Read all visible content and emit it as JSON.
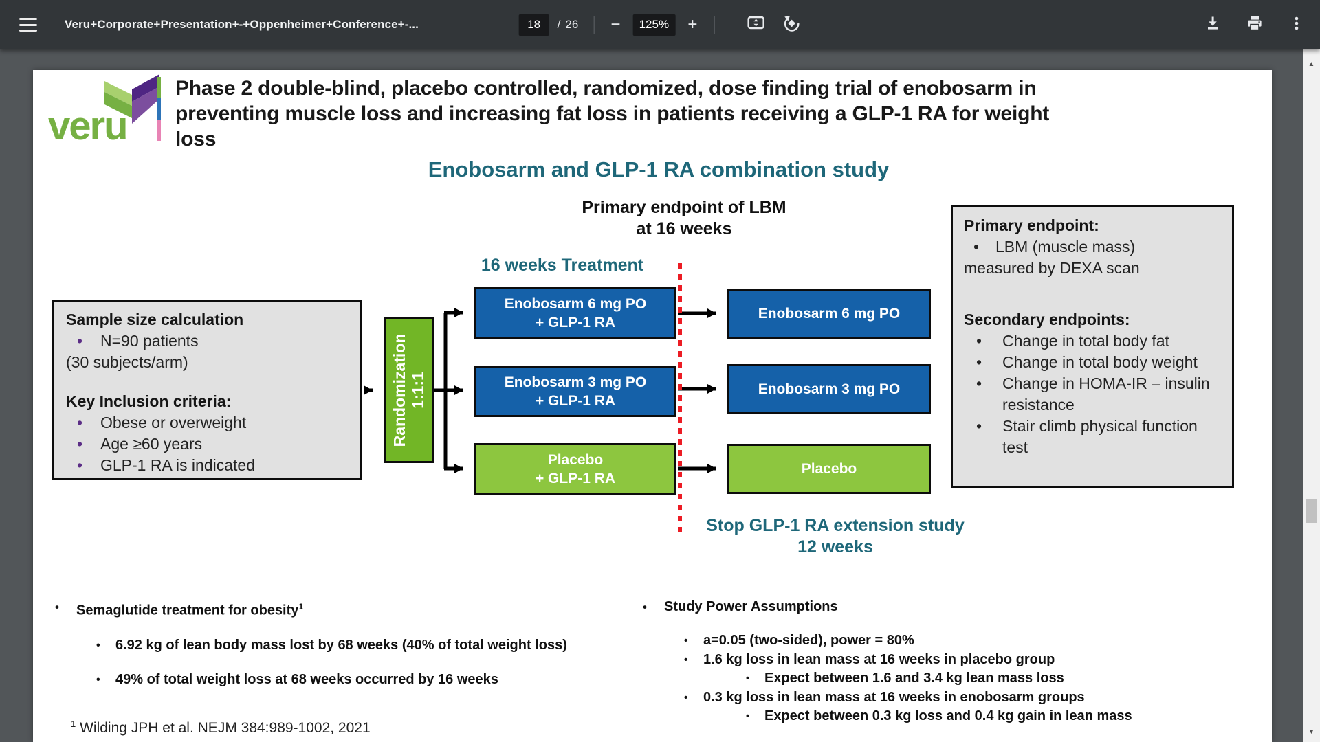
{
  "toolbar": {
    "title": "Veru+Corporate+Presentation+-+Oppenheimer+Conference+-...",
    "page": {
      "current": "18",
      "separator": "/",
      "total": "26"
    },
    "zoom": {
      "out": "−",
      "level": "125%",
      "in": "+"
    }
  },
  "scrollbar": {
    "up": "▲",
    "down": "▼"
  },
  "slide": {
    "logo": {
      "brand": "veru"
    },
    "title_lines": [
      "Phase 2 double-blind, placebo controlled, randomized, dose finding trial of enobosarm in",
      "preventing muscle loss and increasing fat loss in patients receiving a GLP-1 RA for weight",
      "loss"
    ],
    "subtitle": "Enobosarm and GLP-1 RA combination study",
    "endpoint_note": {
      "line1": "Primary endpoint of LBM",
      "line2": "at 16 weeks"
    },
    "treatment_phase_label": "16 weeks Treatment",
    "sample_box": {
      "heading1": "Sample size calculation",
      "bullet1": "N=90 patients",
      "subline": "(30 subjects/arm)",
      "heading2": "Key Inclusion criteria:",
      "bullets": [
        "Obese or overweight",
        "Age ≥60 years",
        "GLP-1 RA is indicated"
      ]
    },
    "randomization": {
      "line1": "Randomization",
      "line2": "1:1:1"
    },
    "treatment_arms": [
      {
        "line1": "Enobosarm 6 mg PO",
        "line2": "+ GLP-1 RA"
      },
      {
        "line1": "Enobosarm 3 mg PO",
        "line2": "+ GLP-1 RA"
      },
      {
        "line1": "Placebo",
        "line2": "+ GLP-1 RA"
      }
    ],
    "extension_arms": [
      "Enobosarm 6 mg PO",
      "Enobosarm 3 mg PO",
      "Placebo"
    ],
    "stop_note": {
      "line1": "Stop GLP-1 RA extension study",
      "line2": "12 weeks"
    },
    "endpoints_box": {
      "primary_heading": "Primary endpoint:",
      "primary_bullet": "LBM (muscle mass)",
      "primary_continuation": "measured by DEXA scan",
      "secondary_heading": "Secondary endpoints:",
      "secondary_bullets": [
        "Change in total body fat",
        "Change in total body weight",
        "Change in HOMA-IR – insulin resistance",
        "Stair climb physical function test"
      ]
    },
    "notes_left": {
      "heading": "Semaglutide treatment  for obesity",
      "heading_sup": "1",
      "bullets": [
        "6.92 kg of lean body mass lost by 68 weeks (40% of total weight loss)",
        "49% of total weight loss at 68 weeks occurred by 16 weeks"
      ]
    },
    "notes_right": {
      "heading": "Study Power Assumptions",
      "bullets": [
        {
          "level": 1,
          "text": "a=0.05 (two-sided), power = 80%"
        },
        {
          "level": 1,
          "text": "1.6 kg loss in lean mass at 16 weeks in placebo group"
        },
        {
          "level": 2,
          "text": "Expect between 1.6 and 3.4 kg lean mass loss"
        },
        {
          "level": 1,
          "text": "0.3 kg loss in lean mass at 16 weeks in enobosarm groups"
        },
        {
          "level": 2,
          "text": "Expect between 0.3 kg loss and 0.4 kg gain in lean mass"
        }
      ]
    },
    "footnote": {
      "sup": "1",
      "text": " Wilding JPH et al. NEJM 384:989-1002, 2021"
    }
  },
  "colors": {
    "toolbar_bg": "#323639",
    "canvas_bg": "#525659",
    "teal_heading": "#1e6779",
    "arm_blue": "#1561a9",
    "arm_green": "#8dc63f",
    "randomization_green": "#72b626",
    "dotted_red": "#ec1c24",
    "bullet_purple": "#5b2d86",
    "veru_green": "#76b043",
    "veru_purple": "#4f2683"
  }
}
